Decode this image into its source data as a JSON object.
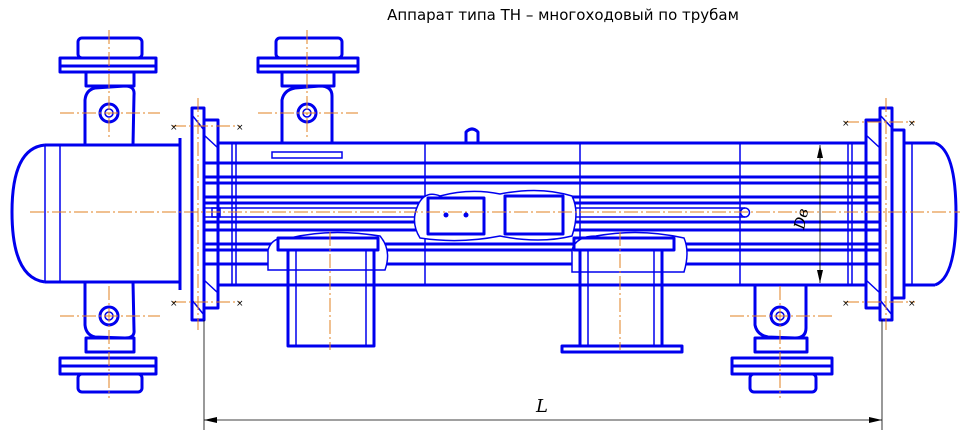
{
  "title": "Аппарат типа ТН – многоходовый по трубам",
  "labels": {
    "length": "L",
    "diameter": "Dв"
  }
}
